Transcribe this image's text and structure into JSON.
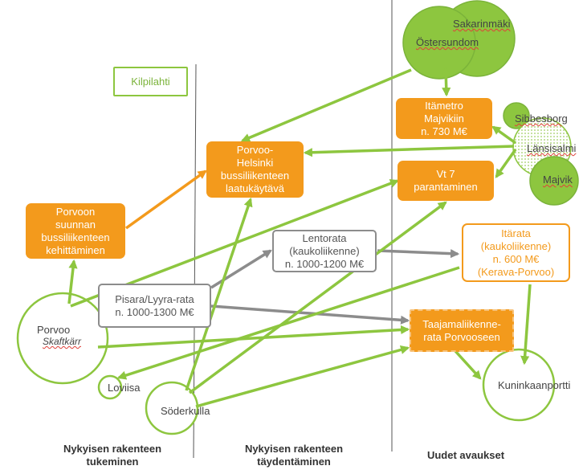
{
  "columns": [
    {
      "id": "col1",
      "label": "Nykyisen rakenteen\ntukeminen"
    },
    {
      "id": "col2",
      "label": "Nykyisen rakenteen\ntäydentäminen"
    },
    {
      "id": "col3",
      "label": "Uudet avaukset"
    }
  ],
  "boxes": {
    "kilpilahti": "Kilpilahti",
    "porvoon_bussi": "Porvoon\nsuunnan\nbussiliikenteen\nkehittäminen",
    "porvoo_helsinki": "Porvoo-\nHelsinki\nbussiliikenteen\nlaatukäytävä",
    "itametro": "Itämetro\nMajvikiin\nn. 730 M€",
    "vt7": "Vt 7\nparantaminen",
    "lentorata": "Lentorata\n(kaukoliikenne)\nn. 1000-1200 M€",
    "itarata": "Itärata\n(kaukoliikenne)\nn. 600 M€\n(Kerava-Porvoo)",
    "pisara": "Pisara/Lyyra-rata\nn. 1000-1300 M€",
    "taajama": "Taajamaliikenne-\nrata Porvooseen"
  },
  "places": {
    "sakarinmaki": "Sakarinmäki",
    "ostersundom": "Östersundom",
    "sibbesborg": "Sibbesborg",
    "lansisalmi": "Länsisalmi",
    "majvik": "Majvik",
    "porvoo": "Porvoo",
    "skaftkarr": "Skaftkärr",
    "loviisa": "Loviisa",
    "soderkulla": "Söderkulla",
    "kuninkaanportti": "Kuninkaanportti"
  },
  "colors": {
    "green": "#8dc63f",
    "orange": "#f39a1c",
    "grey": "#8c8c8c"
  }
}
